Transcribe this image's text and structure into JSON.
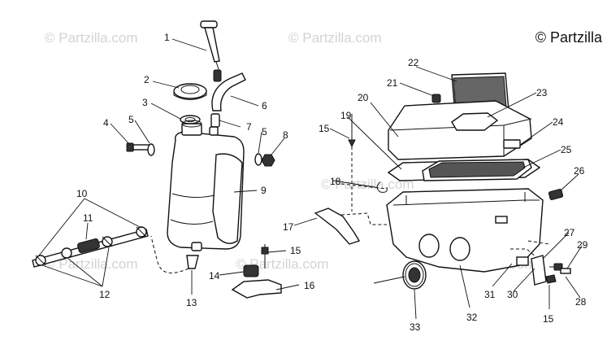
{
  "brand": "© Partzilla",
  "watermarks": [
    "© Partzilla.com",
    "© Partzilla.com",
    "© Partzilla.com",
    "© Partzilla.com",
    "© Partzilla.com",
    "© Partzilla.com"
  ],
  "callouts": [
    "1",
    "2",
    "3",
    "4",
    "5",
    "6",
    "7",
    "5",
    "8",
    "9",
    "10",
    "11",
    "12",
    "13",
    "14",
    "15",
    "16",
    "17",
    "15",
    "18",
    "19",
    "20",
    "21",
    "22",
    "23",
    "24",
    "25",
    "26",
    "27",
    "29",
    "30",
    "31",
    "32",
    "33",
    "28",
    "15"
  ]
}
